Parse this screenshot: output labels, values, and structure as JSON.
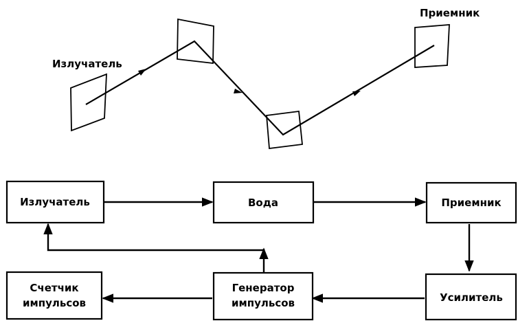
{
  "scheme": {
    "emitter_label": "Излучатель",
    "receiver_label": "Приемник"
  },
  "blocks": {
    "emitter": "Излучатель",
    "water": "Вода",
    "receiver": "Приемник",
    "amplifier": "Усилитель",
    "pulse_generator": [
      "Генератор",
      "импульсов"
    ],
    "pulse_counter": [
      "Счетчик",
      "импульсов"
    ]
  }
}
